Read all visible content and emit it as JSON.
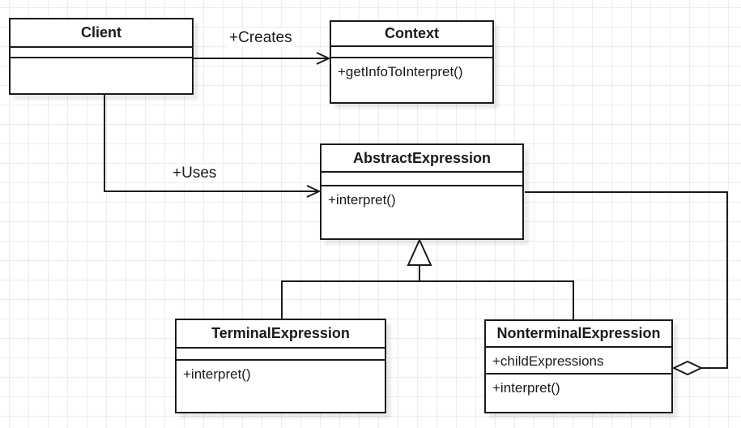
{
  "classes": [
    {
      "name": "Client",
      "attributes": [],
      "methods": []
    },
    {
      "name": "Context",
      "attributes": [],
      "methods": [
        "+getInfoToInterpret()"
      ]
    },
    {
      "name": "AbstractExpression",
      "attributes": [],
      "methods": [
        "+interpret()"
      ]
    },
    {
      "name": "TerminalExpression",
      "attributes": [],
      "methods": [
        "+interpret()"
      ]
    },
    {
      "name": "NonterminalExpression",
      "attributes": [
        "+childExpressions"
      ],
      "methods": [
        "+interpret()"
      ]
    }
  ],
  "edges": [
    {
      "label": "+Creates",
      "from": "Client",
      "to": "Context",
      "type": "directed-association"
    },
    {
      "label": "+Uses",
      "from": "Client",
      "to": "AbstractExpression",
      "type": "directed-association"
    },
    {
      "label": "",
      "from": "TerminalExpression",
      "to": "AbstractExpression",
      "type": "generalization"
    },
    {
      "label": "",
      "from": "NonterminalExpression",
      "to": "AbstractExpression",
      "type": "generalization"
    },
    {
      "label": "",
      "from": "NonterminalExpression",
      "to": "AbstractExpression",
      "type": "aggregation"
    }
  ],
  "colors": {
    "stroke": "#1a1a1a",
    "shape_fill": "#ffffff",
    "background": "#ffffff",
    "grid_line": "#ececec"
  }
}
